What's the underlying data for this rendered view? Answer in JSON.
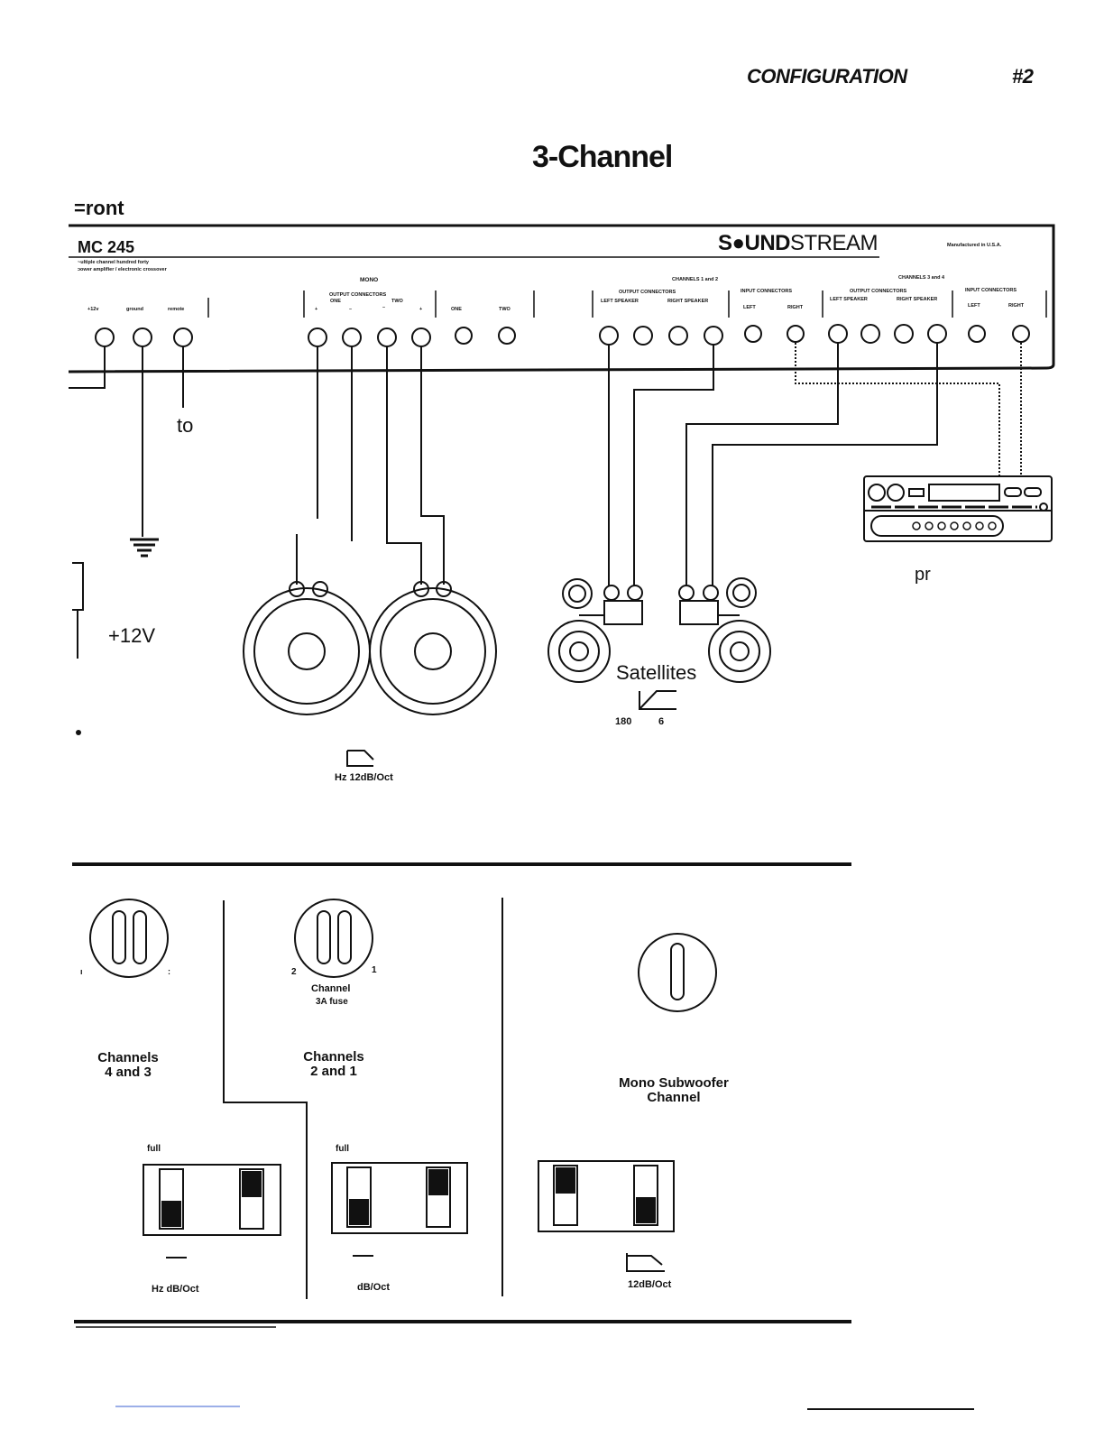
{
  "header": {
    "configuration": "CONFIGURATION",
    "number": "#2"
  },
  "title": "3-Channel",
  "front_label": "=ront",
  "amp": {
    "model": "MC 245",
    "desc_line1": "~ultiple channel      hundred forty",
    "desc_line2": "ɔower amplifier / electronic crossover",
    "brand_bold": "S●UND",
    "brand_thin": "STREAM",
    "made": "Manufactured in U.S.A.",
    "power_labels": [
      "+12v",
      "ground",
      "remote"
    ],
    "mono_title": "MONO",
    "mono_output": "OUTPUT CONNECTORS",
    "mono_one": "ONE",
    "mono_two": "TWO",
    "mono_plus1": "+",
    "mono_minus1": "–",
    "mono_minus2": "–",
    "mono_plus2": "+",
    "mono_in_one": "ONE",
    "mono_in_two": "TWO",
    "ch12_title": "CHANNELS 1 and 2",
    "ch12_output": "OUTPUT CONNECTORS",
    "ch12_left": "LEFT SPEAKER",
    "ch12_right": "RIGHT SPEAKER",
    "ch12_input": "INPUT CONNECTORS",
    "ch12_in_left": "LEFT",
    "ch12_in_right": "RIGHT",
    "ch34_title": "CHANNELS 3 and 4",
    "ch34_output": "OUTPUT CONNECTORS",
    "ch34_left": "LEFT SPEAKER",
    "ch34_right": "RIGHT SPEAKER",
    "ch34_input": "INPUT CONNECTORS",
    "ch34_in_left": "LEFT",
    "ch34_in_right": "RIGHT"
  },
  "diagram": {
    "to": "to",
    "v12": "+12V",
    "pr": "pr",
    "satellites": "Satellites",
    "sat_freq_a": "180",
    "sat_freq_b": "6",
    "sub_freq": "Hz 12dB/Oct"
  },
  "panels": {
    "fuse_left_num_a": "ı",
    "fuse_left_num_b": ":",
    "ch43": "Channels\n4 and 3",
    "fuse_mid_num_a": "2",
    "fuse_mid_num_b": "1",
    "fuse_mid_label1": "Channel",
    "fuse_mid_label2": "3A fuse",
    "ch21": "Channels\n2 and 1",
    "mono_sub": "Mono Subwoofer\nChannel",
    "full_left": "full",
    "full_mid": "full",
    "left_freq": "Hz   dB/Oct",
    "mid_freq": "dB/Oct",
    "right_freq": "12dB/Oct"
  }
}
